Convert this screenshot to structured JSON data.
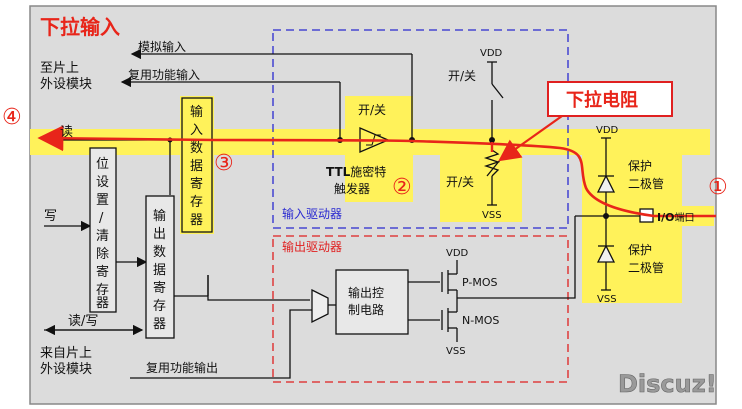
{
  "title": "下拉输入",
  "labels": {
    "to_peripheral_1": "至片上",
    "to_peripheral_2": "外设模块",
    "analog_input": "模拟输入",
    "alt_func_input": "复用功能输入",
    "read": "读",
    "write": "写",
    "read_write": "读/写",
    "from_peripheral_1": "来自片上",
    "from_peripheral_2": "外设模块",
    "alt_func_output": "复用功能输出",
    "input_data_register": [
      "输",
      "入",
      "数",
      "据",
      "寄",
      "存",
      "器"
    ],
    "bit_set_reset_register": [
      "位",
      "设",
      "置",
      "/",
      "清",
      "除",
      "寄",
      "存",
      "器"
    ],
    "output_data_register": [
      "输",
      "出",
      "数",
      "据",
      "寄",
      "存",
      "器"
    ],
    "switch_top": "开/关",
    "switch_mid": "开/关",
    "switch_pd": "开/关",
    "ttl_prefix": "TTL",
    "ttl_suffix": "施密特",
    "trigger": "触发器",
    "input_driver": "输入驱动器",
    "output_driver": "输出驱动器",
    "output_control_1": "输出控",
    "output_control_2": "制电路",
    "p_mos": "P-MOS",
    "n_mos": "N-MOS",
    "vdd": "VDD",
    "vss": "VSS",
    "protect": "保护",
    "diode_1": "二极管",
    "diode_2": "二极管",
    "io_port_prefix": "I/O",
    "io_port_suffix": "端口",
    "pulldown_resistor": "下拉电阻",
    "watermark": "Discuz!"
  },
  "markers": {
    "m1": "①",
    "m2": "②",
    "m3": "③",
    "m4": "④"
  },
  "colors": {
    "highlight": "#fff25a",
    "signal_path": "#e8251a",
    "input_driver_box": "#2a2ad0",
    "output_driver_box": "#e02020",
    "background_panel": "#dcdcdc"
  }
}
